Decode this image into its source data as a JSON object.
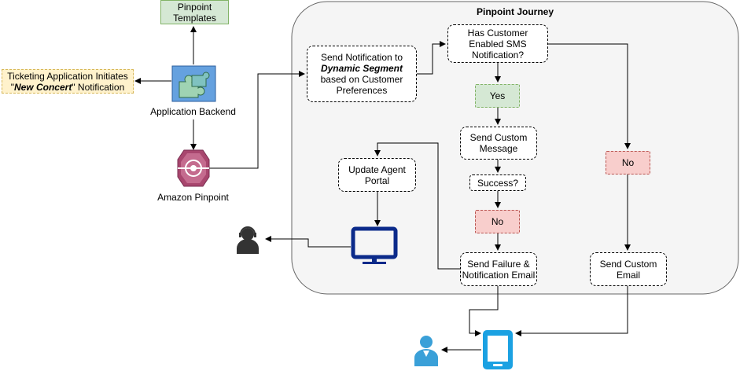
{
  "journey_title": "Pinpoint Journey",
  "templates_label": [
    "Pinpoint",
    "Templates"
  ],
  "ticketing_label": {
    "line1": "Ticketing Application Initiates",
    "line2_pre": "\"",
    "line2_em": "New Concert",
    "line2_post": "\" Notification"
  },
  "backend_label": "Application Backend",
  "pinpoint_label": "Amazon Pinpoint",
  "send_notification": {
    "line1": "Send Notification to",
    "em": "Dynamic Segment",
    "line3": "based on Customer",
    "line4": "Preferences"
  },
  "sms_question": [
    "Has Customer",
    "Enabled SMS",
    "Notification?"
  ],
  "yes_label": "Yes",
  "no_label_sms": "No",
  "send_custom_message": [
    "Send Custom",
    "Message"
  ],
  "success_question": "Success?",
  "no_label_success": "No",
  "failure_email": [
    "Send Failure &",
    "Notification Email"
  ],
  "custom_email": [
    "Send Custom",
    "Email"
  ],
  "update_agent": [
    "Update Agent",
    "Portal"
  ],
  "colors": {
    "journey_bg": "#f5f5f5",
    "yes_fill": "#d5e8d4",
    "no_fill": "#f8cecc",
    "ticketing_fill": "#fff2cc",
    "monitor_blue": "#0b2a8a",
    "phone_blue": "#1ba1e2",
    "user_blue": "#3aa0d8",
    "agent_gray": "#333333",
    "pinpoint_color": "#a8466e"
  },
  "icons": [
    "puzzle-backend-icon",
    "pinpoint-icon",
    "monitor-icon",
    "agent-icon",
    "phone-icon",
    "user-icon"
  ]
}
